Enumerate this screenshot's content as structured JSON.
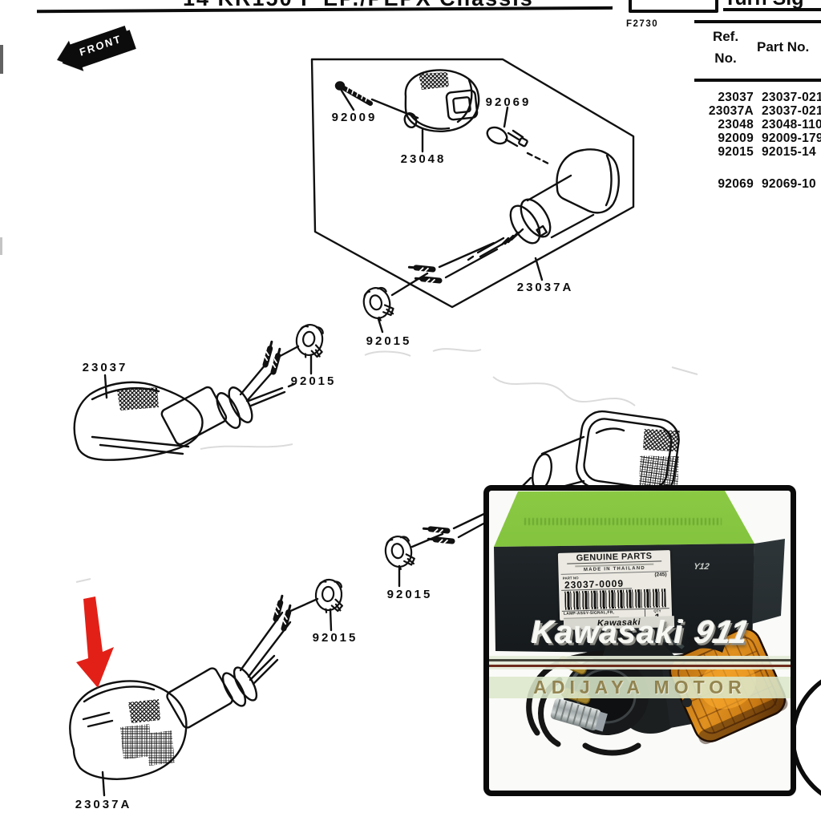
{
  "page": {
    "title": "14 KR150 F EP./PEPX Chassis",
    "figure_code": "F2730",
    "front_label": "FRONT",
    "section_title": "Turn Sig"
  },
  "parts_table": {
    "ref_header_line1": "Ref.",
    "ref_header_line2": "No.",
    "part_header": "Part No.",
    "rows": [
      {
        "ref": "23037",
        "part": "23037-021"
      },
      {
        "ref": "23037A",
        "part": "23037-021"
      },
      {
        "ref": "23048",
        "part": "23048-110"
      },
      {
        "ref": "92009",
        "part": "92009-179"
      },
      {
        "ref": "92015",
        "part": "92015-14"
      },
      {
        "ref": "92069",
        "part": "92069-10"
      }
    ]
  },
  "diagram_labels": {
    "screw": "92009",
    "lamp_body": "23048",
    "bulb": "92069",
    "assy_upper": "23037A",
    "nut_upper": "92015",
    "assy_mid": "23037",
    "nut_mid": "92015",
    "nut_right": "92015",
    "nut_bottom": "92015",
    "assy_bottom": "23037A"
  },
  "inset": {
    "label": {
      "genuine_parts": "GENUINE PARTS",
      "made_in": "MADE IN THAILAND",
      "part_no_label": "PART NO",
      "count_note": "(245)",
      "part_number": "23037-0009",
      "description": "LAMP-ASSY-SIGNAL,FR,",
      "qty_label": "QTY",
      "qty_value": "1"
    },
    "brand": "Kawasaki",
    "side_code": "Y12",
    "watermark_brand": "Kawasaki",
    "watermark_number": "911",
    "watermark_shop": "ADIJAYA MOTOR"
  },
  "colors": {
    "box_green": "#7cc23f",
    "box_dark": "#22282b",
    "lens_amber": "#d98a1d",
    "arrow_red": "#e32017"
  }
}
